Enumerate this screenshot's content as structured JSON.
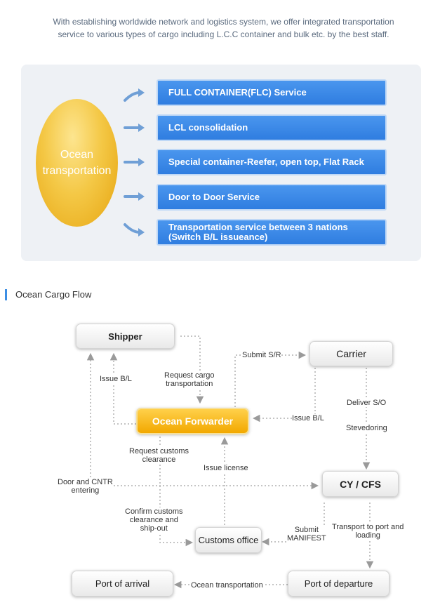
{
  "intro": {
    "line1": "With establishing worldwide network and logistics system, we offer integrated transportation",
    "line2": "service to various types of cargo including L.C.C container and bulk etc. by the best staff."
  },
  "ocean": {
    "line1": "Ocean",
    "line2": "transportation",
    "services": [
      {
        "label": "FULL CONTAINER(FLC) Service"
      },
      {
        "label": "LCL consolidation"
      },
      {
        "label": "Special container-Reefer, open top, Flat Rack"
      },
      {
        "label": "Door to Door Service"
      },
      {
        "label_line1": "Transportation service between 3 nations",
        "label_line2": "(Switch B/L issueance)"
      }
    ]
  },
  "section_title": "Ocean Cargo Flow",
  "flow": {
    "nodes": {
      "shipper": "Shipper",
      "carrier": "Carrier",
      "forwarder": "Ocean Forwarder",
      "cycfs": "CY / CFS",
      "customs": "Customs office",
      "arrival": "Port of arrival",
      "departure": "Port of departure"
    },
    "labels": {
      "submit_sr": "Submit S/R",
      "issue_bl_left": "Issue B/L",
      "request_cargo": [
        "Request cargo",
        "transportation"
      ],
      "issue_bl_right": "Issue B/L",
      "deliver_so": "Deliver S/O",
      "stevedoring": "Stevedoring",
      "request_customs": [
        "Request customs",
        "clearance"
      ],
      "issue_license": "Issue license",
      "door_cntr": [
        "Door and CNTR",
        "entering"
      ],
      "confirm_customs": [
        "Confirm customs",
        "clearance and",
        "ship-out"
      ],
      "submit_manifest": [
        "Submit",
        "MANIFEST"
      ],
      "transport_port": [
        "Transport to port and",
        "loading"
      ],
      "ocean_transport": "Ocean transportation"
    }
  },
  "colors": {
    "accent_blue": "#3c8ee4",
    "service_blue": "#2f7de0",
    "forwarder_orange": "#f2a800",
    "oval_gold": "#f4c846",
    "connector_gray": "#b0b0b0"
  }
}
